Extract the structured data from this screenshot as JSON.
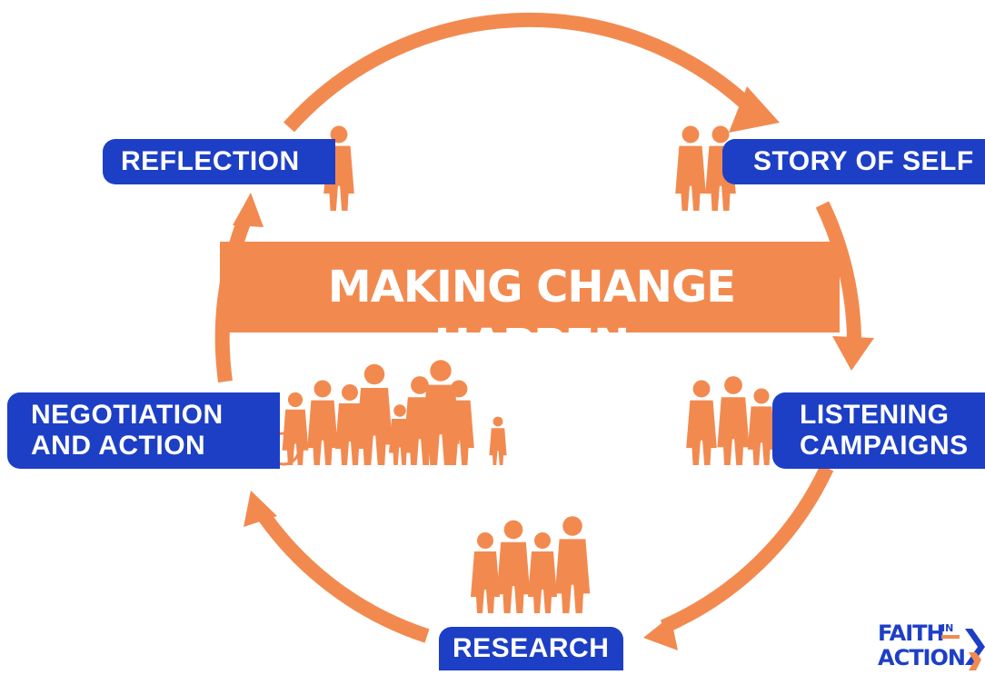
{
  "diagram": {
    "title": "MAKING CHANGE HAPPEN",
    "stages": {
      "reflection": [
        "REFLECTION"
      ],
      "story_of_self": [
        "STORY OF SELF"
      ],
      "listening_campaigns": [
        "LISTENING",
        "CAMPAIGNS"
      ],
      "research": [
        "RESEARCH"
      ],
      "negotiation_and_action": [
        "NEGOTIATION",
        "AND ACTION"
      ]
    },
    "flow": "clockwise"
  },
  "logo": {
    "line1": "FAITH",
    "small": "IN",
    "line2": "ACTION"
  },
  "colors": {
    "orange": "#f28a50",
    "blue": "#1d3fc6",
    "background": "#ffffff"
  }
}
